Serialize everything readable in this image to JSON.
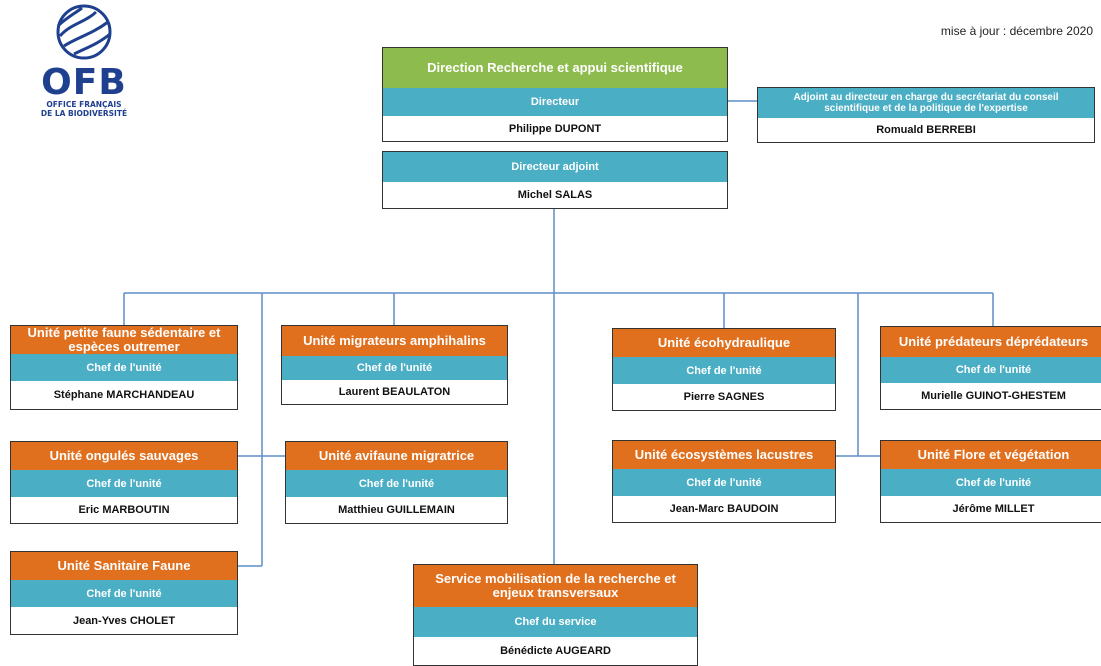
{
  "header": {
    "logo_label": "OFB",
    "logo_subtitle_line1": "OFFICE FRANÇAIS",
    "logo_subtitle_line2": "DE LA BIODIVERSITÉ",
    "update_text": "mise à jour : décembre 2020"
  },
  "direction": {
    "title": "Direction Recherche et appui scientifique",
    "role": "Directeur",
    "name": "Philippe DUPONT"
  },
  "adjoint_conseil": {
    "role": "Adjoint au directeur en charge du secrétariat du conseil scientifique et de la politique de l'expertise",
    "name": "Romuald BERREBI"
  },
  "deputy": {
    "role": "Directeur adjoint",
    "name": "Michel SALAS"
  },
  "units": {
    "petite_faune": {
      "title": "Unité petite faune sédentaire et espèces outremer",
      "role": "Chef de l'unité",
      "name": "Stéphane MARCHANDEAU"
    },
    "ongules": {
      "title": "Unité ongulés sauvages",
      "role": "Chef de l'unité",
      "name": "Eric MARBOUTIN"
    },
    "sanitaire": {
      "title": "Unité Sanitaire Faune",
      "role": "Chef de l'unité",
      "name": "Jean-Yves CHOLET"
    },
    "migrateurs": {
      "title": "Unité migrateurs amphihalins",
      "role": "Chef de l'unité",
      "name": "Laurent BEAULATON"
    },
    "avifaune": {
      "title": "Unité avifaune migratrice",
      "role": "Chef de l'unité",
      "name": "Matthieu GUILLEMAIN"
    },
    "ecohydraulique": {
      "title": "Unité écohydraulique",
      "role": "Chef de l'unité",
      "name": "Pierre SAGNES"
    },
    "lacustres": {
      "title": "Unité écosystèmes lacustres",
      "role": "Chef de l'unité",
      "name": "Jean-Marc BAUDOIN"
    },
    "predateurs": {
      "title": "Unité prédateurs déprédateurs",
      "role": "Chef de l'unité",
      "name": "Murielle GUINOT-GHESTEM"
    },
    "flore": {
      "title": "Unité Flore et végétation",
      "role": "Chef de l'unité",
      "name": "Jérôme MILLET"
    }
  },
  "service": {
    "title": "Service mobilisation de la recherche et enjeux transversaux",
    "role": "Chef du service",
    "name": "Bénédicte AUGEARD"
  },
  "colors": {
    "unit_header": "#e06f1e",
    "role_bar": "#4aaec4",
    "direction_header": "#8dbb4d",
    "connector": "#5b8ec7",
    "logo": "#1f3f8f"
  }
}
